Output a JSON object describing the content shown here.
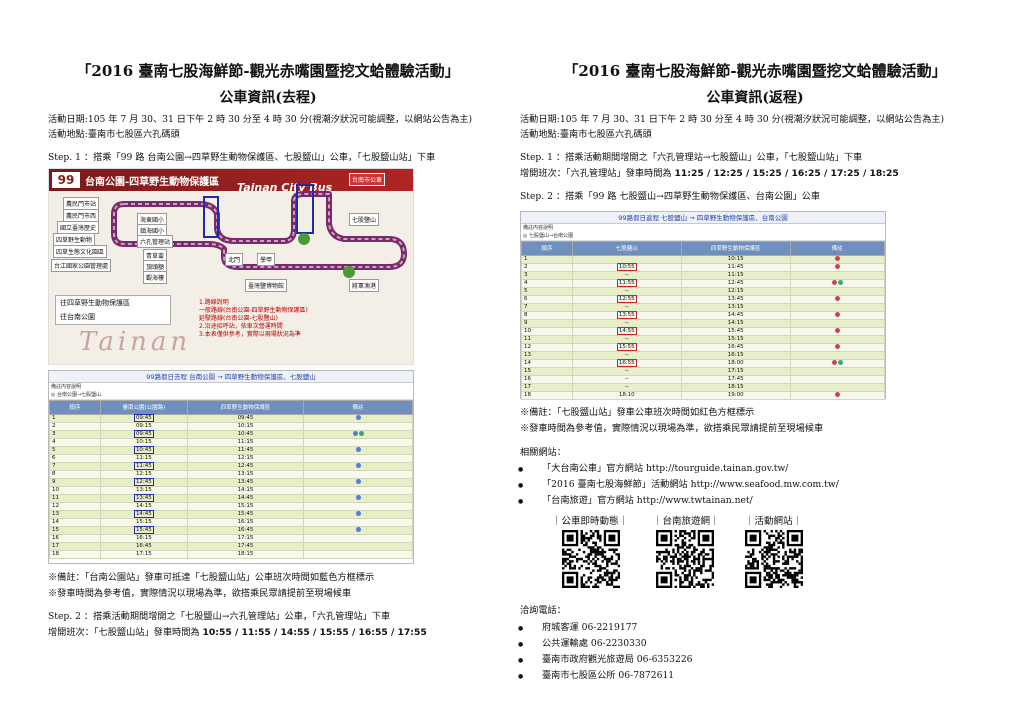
{
  "outbound": {
    "title": "「2016 臺南七股海鮮節-觀光赤嘴園暨挖文蛤體驗活動」",
    "subtitle": "公車資訊(去程)",
    "date_line": "活動日期:105 年 7 月 30、31 日下午 2 時 30 分至 4 時 30 分(視潮汐狀況可能調整，以網站公告為主)",
    "place_line": "活動地點:臺南市七股區六孔碼頭",
    "step1": "Step. 1 ：搭乘「99 路 台南公園→四草野生動物保護區、七股鹽山」公車，「七股鹽山站」下車",
    "map": {
      "route_no": "99",
      "route_name": "台南公園-四草野生動物保護區",
      "brand": "Tainan City Bus",
      "badge": "台南市公車",
      "stops_left": [
        "農民門市站",
        "農民門市西",
        "國立臺灣歷史",
        "四草野生動物",
        "四草生態文化園區",
        "台江國家公園管理處"
      ],
      "stops_mid": [
        "海東國小",
        "鎮海國小",
        "六孔管理站",
        "青草崙",
        "頂頭額",
        "觀海樓"
      ],
      "stops_right": [
        "七股鹽山",
        "將軍漁港",
        "臺灣鹽博物館",
        "北門",
        "學甲"
      ],
      "legend": [
        "往四草野生動物保護區",
        "往台南公園"
      ],
      "notes": [
        "1.路線說明",
        "一般路線(台南公園-四草野生動物保護區)",
        "延駛路線(台南公園-七股鹽山)",
        "2.沿途招呼站，依車次營運時間",
        "3.本表僅供參考，實際以現場狀況為準"
      ],
      "watermark": "Tainan"
    },
    "timetable": {
      "title": "99路假日去程  台南公園 → 四草野生動物保護區、七股鹽山",
      "meta": "備註內容說明",
      "crumb": "◎ 台南公園→七股鹽山",
      "headers": [
        "順序",
        "臺南公園(公園路)",
        "四草野生動物保護區",
        "備註"
      ],
      "rows": [
        [
          "1",
          "09:45",
          "09:45",
          "b"
        ],
        [
          "2",
          "09:15",
          "10:15",
          ""
        ],
        [
          "3",
          "09:45",
          "10:45",
          "bg"
        ],
        [
          "4",
          "10:15",
          "11:15",
          ""
        ],
        [
          "5",
          "10:45",
          "11:45",
          "b"
        ],
        [
          "6",
          "11:15",
          "12:15",
          ""
        ],
        [
          "7",
          "11:45",
          "12:45",
          "b"
        ],
        [
          "8",
          "12:15",
          "13:15",
          ""
        ],
        [
          "9",
          "12:45",
          "13:45",
          "b"
        ],
        [
          "10",
          "13:15",
          "14:15",
          ""
        ],
        [
          "11",
          "13:45",
          "14:45",
          "b"
        ],
        [
          "12",
          "14:15",
          "15:15",
          ""
        ],
        [
          "13",
          "14:45",
          "15:45",
          "b"
        ],
        [
          "14",
          "15:15",
          "16:15",
          ""
        ],
        [
          "15",
          "15:45",
          "16:45",
          "b"
        ],
        [
          "16",
          "16:15",
          "17:15",
          ""
        ],
        [
          "17",
          "16:45",
          "17:45",
          ""
        ],
        [
          "18",
          "17:15",
          "18:15",
          ""
        ]
      ],
      "boxed_rows": [
        1,
        3,
        5,
        7,
        9,
        11,
        13,
        15
      ]
    },
    "note1": "※備註：「台南公園站」發車可抵達「七股鹽山站」公車班次時間如藍色方框標示",
    "note2": "※發車時間為參考值，實際情況以現場為準，欲搭乘民眾請提前至現場候車",
    "step2": "Step. 2 ：搭乘活動期間增開之「七股鹽山→六孔管理站」公車，「六孔管理站」下車",
    "extra_label": "增開班次：「七股鹽山站」發車時間為 ",
    "extra_times": "10:55 / 11:55 / 14:55 / 15:55 / 16:55 / 17:55"
  },
  "return": {
    "title": "「2016 臺南七股海鮮節-觀光赤嘴園暨挖文蛤體驗活動」",
    "subtitle": "公車資訊(返程)",
    "date_line": "活動日期:105 年 7 月 30、31 日下午 2 時 30 分至 4 時 30 分(視潮汐狀況可能調整，以網站公告為主)",
    "place_line": "活動地點:臺南市七股區六孔碼頭",
    "step1": "Step. 1 ：搭乘活動期間增開之「六孔管理站→七股鹽山」公車，「七股鹽山站」下車",
    "extra_label": "增開班次：「六孔管理站」發車時間為 ",
    "extra_times": "11:25 / 12:25 / 15:25 / 16:25 / 17:25 / 18:25",
    "step2": "Step. 2 ：搭乘「99 路 七股鹽山→四草野生動物保護區、台南公園」公車",
    "timetable": {
      "title": "99路假日返程  七股鹽山 → 四草野生動物保護區、台南公園",
      "meta": "備註內容說明",
      "crumb": "◎ 七股鹽山→台南公園",
      "headers": [
        "順序",
        "七股鹽山",
        "四草野生動物保護區",
        "備註"
      ],
      "rows": [
        [
          "1",
          "",
          "10:15",
          "r"
        ],
        [
          "2",
          "10:55",
          "11:45",
          "r"
        ],
        [
          "3",
          "--",
          "11:15",
          ""
        ],
        [
          "4",
          "11:55",
          "12:45",
          "rg"
        ],
        [
          "5",
          "--",
          "12:15",
          ""
        ],
        [
          "6",
          "12:55",
          "13:45",
          "r"
        ],
        [
          "7",
          "--",
          "13:15",
          ""
        ],
        [
          "8",
          "13:55",
          "14:45",
          "r"
        ],
        [
          "9",
          "--",
          "14:15",
          ""
        ],
        [
          "10",
          "14:55",
          "15:45",
          "r"
        ],
        [
          "11",
          "--",
          "15:15",
          ""
        ],
        [
          "12",
          "15:55",
          "16:45",
          "r"
        ],
        [
          "13",
          "--",
          "16:15",
          ""
        ],
        [
          "14",
          "16:55",
          "18:00",
          "rg"
        ],
        [
          "15",
          "--",
          "17:15",
          ""
        ],
        [
          "16",
          "--",
          "17:45",
          ""
        ],
        [
          "17",
          "--",
          "18:15",
          ""
        ],
        [
          "18",
          "18:10",
          "19:00",
          "r"
        ]
      ],
      "boxed_rows": [
        2,
        4,
        6,
        8,
        10,
        12,
        14
      ]
    },
    "note1": "※備註：「七股鹽山站」發車公車班次時間如紅色方框標示",
    "note2": "※發車時間為參考值，實際情況以現場為準，欲搭乘民眾請提前至現場候車",
    "links_title": "相關網站：",
    "links": [
      "「大台南公車」官方網站 http://tourguide.tainan.gov.tw/",
      "「2016 臺南七股海鮮節」活動網站 http://www.seafood.mw.com.tw/",
      "「台南旅遊」官方網站 http://www.twtainan.net/"
    ],
    "qr_labels": [
      "｜公車即時動態｜",
      "｜台南旅遊網｜",
      "｜活動網站｜"
    ],
    "contact_title": "洽詢電話：",
    "contacts": [
      "府城客運 06-2219177",
      "公共運輸處 06-2230330",
      "臺南市政府觀光旅遊局 06-6353226",
      "臺南市七股區公所 06-7872611"
    ]
  }
}
